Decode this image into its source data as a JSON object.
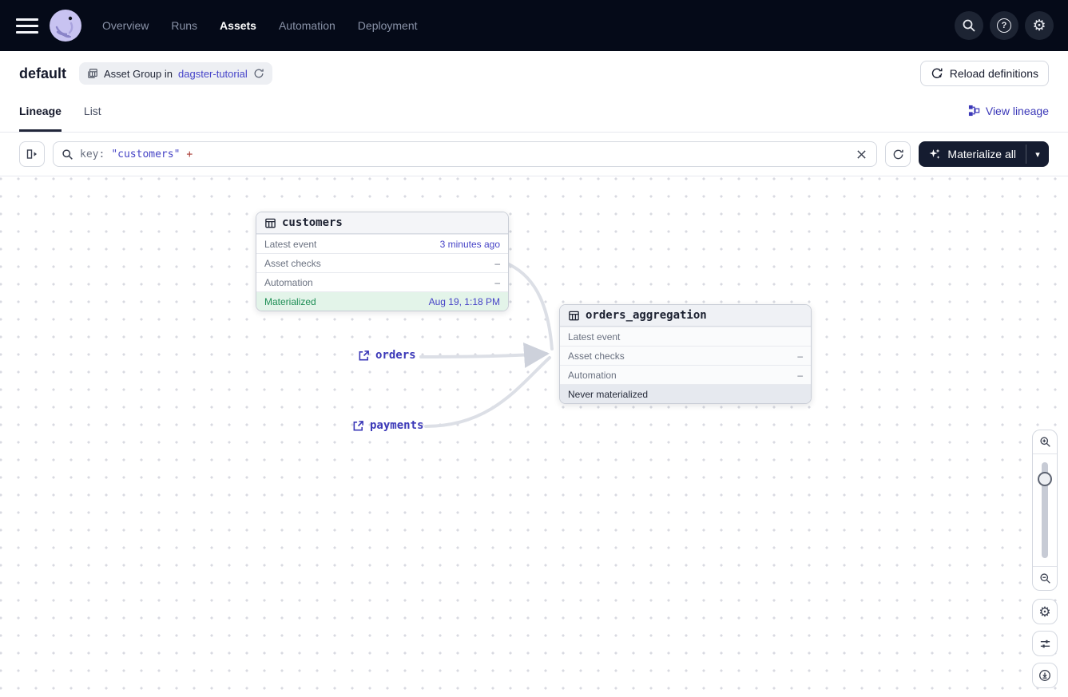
{
  "nav": {
    "items": [
      "Overview",
      "Runs",
      "Assets",
      "Automation",
      "Deployment"
    ],
    "active": "Assets"
  },
  "header": {
    "title": "default",
    "badge_prefix": "Asset Group in",
    "badge_link": "dagster-tutorial",
    "reload_label": "Reload definitions"
  },
  "tabs": {
    "items": [
      "Lineage",
      "List"
    ],
    "active": "Lineage",
    "view_lineage_label": "View lineage"
  },
  "toolbar": {
    "search": {
      "key": "key:",
      "term": "\"customers\"",
      "plus": "+"
    },
    "materialize_label": "Materialize all"
  },
  "graph": {
    "nodes": [
      {
        "title": "customers",
        "rows": [
          {
            "label": "Latest event",
            "value": "3 minutes ago"
          },
          {
            "label": "Asset checks",
            "value": "–"
          },
          {
            "label": "Automation",
            "value": "–"
          },
          {
            "label": "Materialized",
            "value": "Aug 19, 1:18 PM"
          }
        ]
      },
      {
        "title": "orders_aggregation",
        "rows": [
          {
            "label": "Latest event",
            "value": ""
          },
          {
            "label": "Asset checks",
            "value": "–"
          },
          {
            "label": "Automation",
            "value": "–"
          },
          {
            "label": "Never materialized",
            "value": ""
          }
        ]
      }
    ],
    "links": [
      {
        "label": "orders"
      },
      {
        "label": "payments"
      }
    ]
  },
  "icons": {
    "help": "?",
    "gear": "⚙",
    "caret_down": "▾"
  },
  "colors": {
    "navbar_bg": "#050A18",
    "accent_indigo": "#4644C9",
    "link_indigo": "#3B38B8",
    "materialized_green": "#1E8E55",
    "materialized_bg": "#E3F4E9",
    "never_bg": "#E6E9EF",
    "search_plus_red": "#A93B34",
    "dark_button_bg": "#151C30",
    "edge_gray": "#DCDFE6"
  }
}
